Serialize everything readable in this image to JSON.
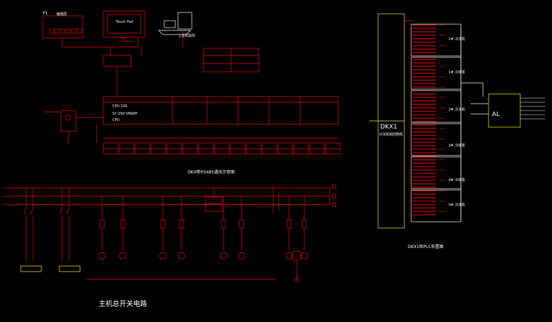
{
  "canvas": {
    "background": "#000000"
  },
  "colors": {
    "wire": "#ff0000",
    "text": "#ffffff",
    "accent": "#ffff00",
    "green": "#00ff00",
    "panel": "#ffffff"
  },
  "network": {
    "p1_label": "P1",
    "hmi_label": "触摸屏",
    "screen_label": "Touch Pad",
    "pc_label": "上位机监控",
    "cpu_main": "CPU 226",
    "cpu_sub": "S7-200 SMART",
    "cpu_caption": "CPU",
    "diagram_title": "DKX柜RS485通讯示意图"
  },
  "plc_title": "DKX1柜PLC布置图",
  "cabinet": {
    "id": "DKX1",
    "name": "冷冻机组控制柜"
  },
  "meter_box": "AL",
  "circuit_title": "主机总开关电路",
  "cabinet_groups": [
    "1# 冷冻机",
    "1# 冷却泵",
    "2# 冷冻机",
    "3# 冷却泵",
    "4# 冷却泵",
    "5# 冷冻机"
  ]
}
